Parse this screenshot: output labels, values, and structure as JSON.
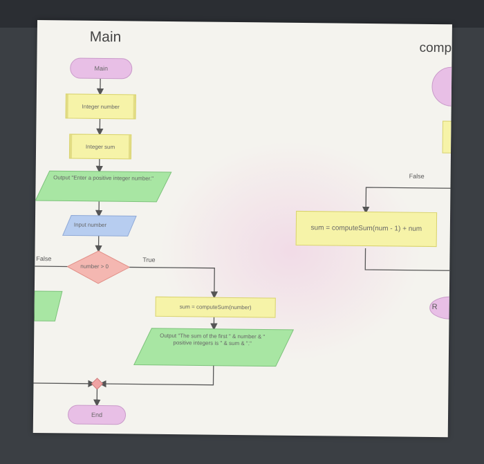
{
  "main": {
    "title": "Main",
    "start_label": "Main",
    "declare_number": "Integer number",
    "declare_sum": "Integer sum",
    "output_prompt": "Output \"Enter a positive integer number.\"",
    "input_number": "Input number",
    "condition": "number > 0",
    "true_label": "True",
    "false_label": "False",
    "assign_sum": "sum = computeSum(number)",
    "output_result": "Output \"The sum of the first \" & number & \" positive integers is \" & sum & \".\"",
    "end_label": "End"
  },
  "compute": {
    "title": "comp",
    "false_label": "False",
    "assign": "sum = computeSum(num - 1) + num",
    "return_partial": "R"
  },
  "colors": {
    "terminal": "#e8bfe6",
    "process": "#f6f3a8",
    "io_green": "#a8e6a3",
    "input_blue": "#b7cdf0",
    "decision": "#f4b7b1",
    "connector": "#f0a3a3",
    "line": "#555555"
  }
}
